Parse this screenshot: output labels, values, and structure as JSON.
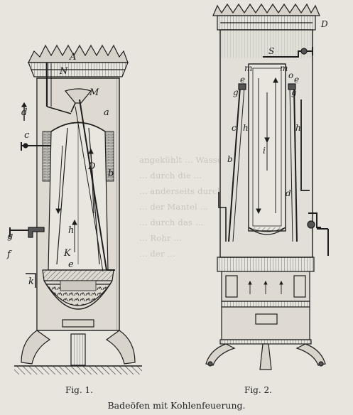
{
  "figure1": {
    "caption": "Fig. 1.",
    "labels": {
      "A": "A",
      "N": "N",
      "M": "M",
      "a": "a",
      "D": "D",
      "K": "K",
      "e": "e",
      "b": "b",
      "h": "h",
      "d": "d",
      "c": "c",
      "g": "g",
      "f": "f",
      "k": "k"
    }
  },
  "figure2": {
    "caption": "Fig. 2.",
    "labels": {
      "D": "D",
      "S": "S",
      "m_left": "m",
      "m_right": "m",
      "e_left": "e",
      "e_right": "e",
      "g_left": "g",
      "g_right": "g",
      "o": "o",
      "c": "c",
      "h_left": "h",
      "h_right": "h",
      "i": "i",
      "b": "b",
      "d": "d"
    }
  },
  "main_caption": "Badeöfen mit Kohlenfeuerung.",
  "bleed_through_text": [
    "angekühlt ... Wasser ...",
    "... durch die ...",
    "... anderseits durch ...",
    "... der Mantel ...",
    "... durch das ...",
    "... Rohr ...",
    "... der ..."
  ]
}
